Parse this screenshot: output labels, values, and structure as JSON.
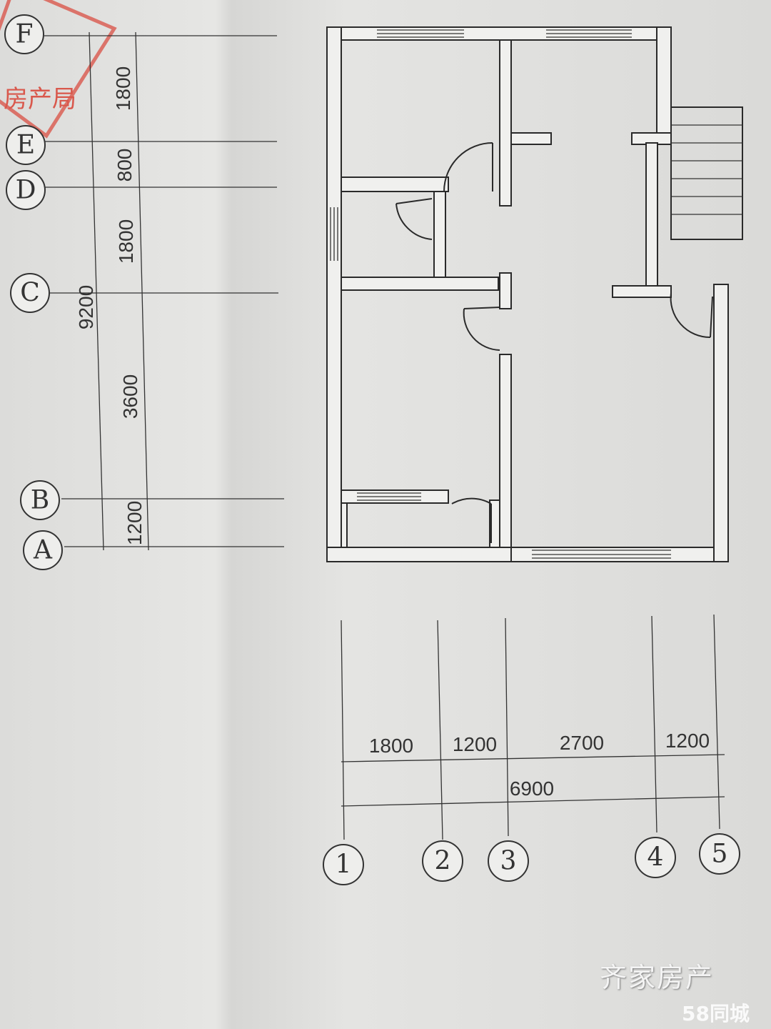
{
  "stamp": {
    "text": "房产局",
    "color": "#d9584c"
  },
  "row_axes": [
    "F",
    "E",
    "D",
    "C",
    "B",
    "A"
  ],
  "row_dimensions": {
    "segments": [
      "1800",
      "800",
      "1800",
      "3600",
      "1200"
    ],
    "total": "9200"
  },
  "column_axes": [
    "1",
    "2",
    "3",
    "4",
    "5"
  ],
  "column_dimensions": {
    "segments": [
      "1800",
      "1200",
      "2700",
      "1200"
    ],
    "total": "6900"
  },
  "watermark": {
    "brand": "齐家房产",
    "site": "58同城"
  }
}
